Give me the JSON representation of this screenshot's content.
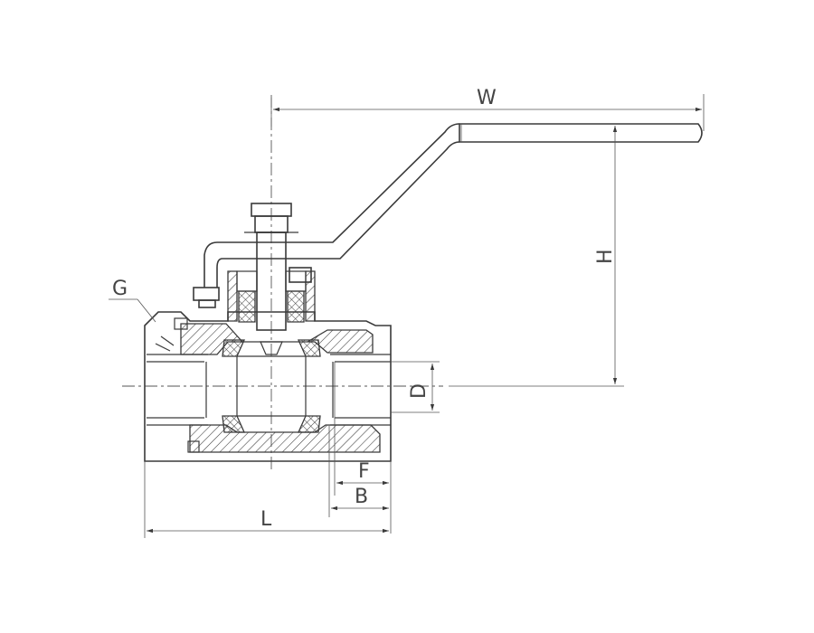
{
  "labels": {
    "w": "W",
    "h": "H",
    "g": "G",
    "d": "D",
    "f": "F",
    "b": "B",
    "l": "L"
  },
  "colors": {
    "line": "#3a3a3a",
    "background": "#ffffff"
  }
}
